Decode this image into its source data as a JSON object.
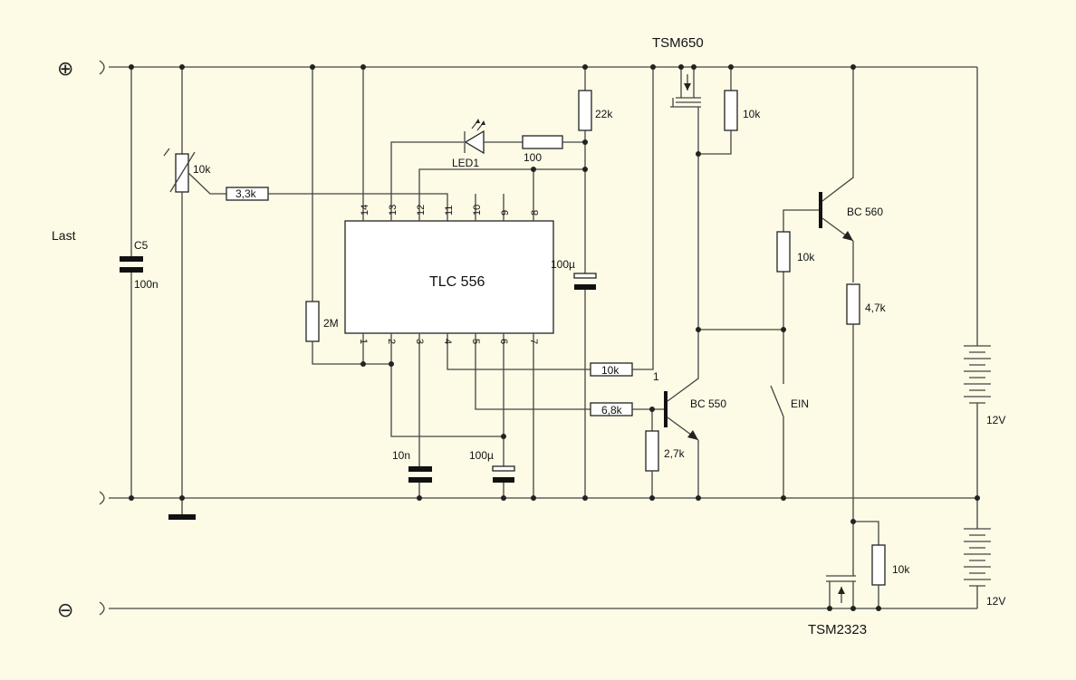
{
  "terminals": {
    "plus": "⊕",
    "minus": "⊖"
  },
  "load_label": "Last",
  "ic": {
    "name": "TLC 556",
    "pins_top": [
      "14",
      "13",
      "12",
      "11",
      "10",
      "9",
      "8"
    ],
    "pins_bottom": [
      "1",
      "2",
      "3",
      "4",
      "5",
      "6",
      "7"
    ]
  },
  "components": {
    "c5_name": "C5",
    "c5_value": "100n",
    "pot_value": "10k",
    "r_33k": "3,3k",
    "r_2m": "2M",
    "led_name": "LED1",
    "r_100": "100",
    "r_22k": "22k",
    "c_100u_a": "100µ",
    "c_10n": "10n",
    "c_100u_b": "100µ",
    "r_10k_pin4": "10k",
    "node_1": "1",
    "r_68k": "6,8k",
    "r_27k": "2,7k",
    "bc550": "BC 550",
    "tsm650": "TSM650",
    "r_10k_gate": "10k",
    "bc560": "BC 560",
    "r_10k_base": "10k",
    "r_47k": "4,7k",
    "switch": "EIN",
    "battery_1": "12V",
    "battery_2": "12V",
    "r_10k_bottom": "10k",
    "tsm2323": "TSM2323"
  }
}
